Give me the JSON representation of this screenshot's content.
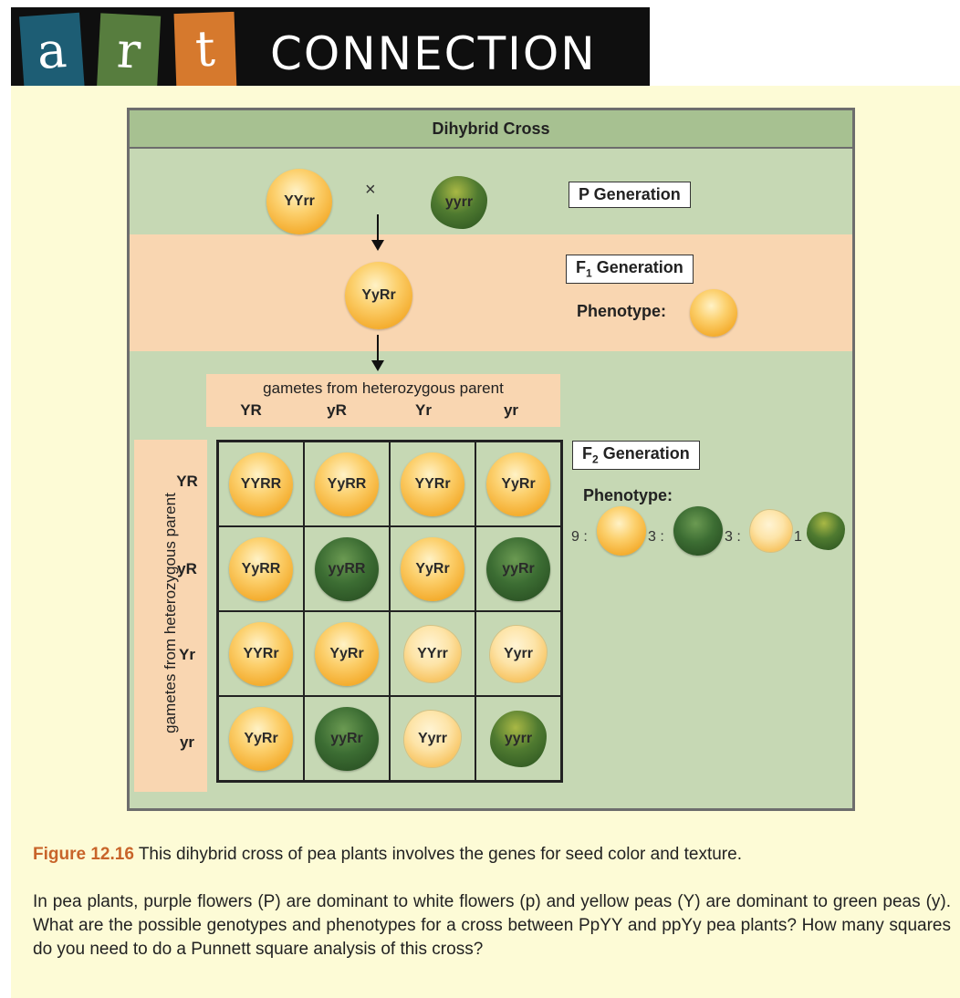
{
  "header": {
    "letters": [
      "a",
      "r",
      "t"
    ],
    "word": "CONNECTION"
  },
  "diagram": {
    "title": "Dihybrid Cross",
    "cross_symbol": "×",
    "p_generation": {
      "label": "P Generation",
      "parent1": "YYrr",
      "parent2": "yyrr"
    },
    "f1_generation": {
      "label": "F",
      "label_sub": "1",
      "label_rest": " Generation",
      "offspring": "YyRr",
      "phenotype_label": "Phenotype:"
    },
    "f2_generation": {
      "label": "F",
      "label_sub": "2",
      "label_rest": " Generation",
      "phenotype_label": "Phenotype:",
      "ratios": [
        "9 :",
        "3 :",
        "3 :",
        "1"
      ]
    },
    "top_gametes": {
      "title": "gametes from heterozygous parent",
      "labels": [
        "YR",
        "yR",
        "Yr",
        "yr"
      ]
    },
    "left_gametes": {
      "title": "gametes from heterozygous parent",
      "labels": [
        "YR",
        "yR",
        "Yr",
        "yr"
      ]
    },
    "punnett": [
      [
        "YYRR",
        "YyRR",
        "YYRr",
        "YyRr"
      ],
      [
        "YyRR",
        "yyRR",
        "YyRr",
        "yyRr"
      ],
      [
        "YYRr",
        "YyRr",
        "YYrr",
        "Yyrr"
      ],
      [
        "YyRr",
        "yyRr",
        "Yyrr",
        "yyrr"
      ]
    ],
    "colors": {
      "yellow_smooth": "#f4ad2f",
      "green_smooth": "#3c6d33",
      "yellow_wrinkled": "#fde4a8",
      "green_wrinkled": "#4f7a30"
    }
  },
  "caption": {
    "figure_label": "Figure 12.16",
    "text": " This dihybrid cross of pea plants involves the genes for seed color and texture."
  },
  "question": "In pea plants, purple flowers (P) are dominant to white flowers (p) and yellow peas (Y) are dominant to green peas (y). What are the possible genotypes and phenotypes for a cross between PpYY and ppYy pea plants? How many squares do you need to do a Punnett square analysis of this cross?"
}
